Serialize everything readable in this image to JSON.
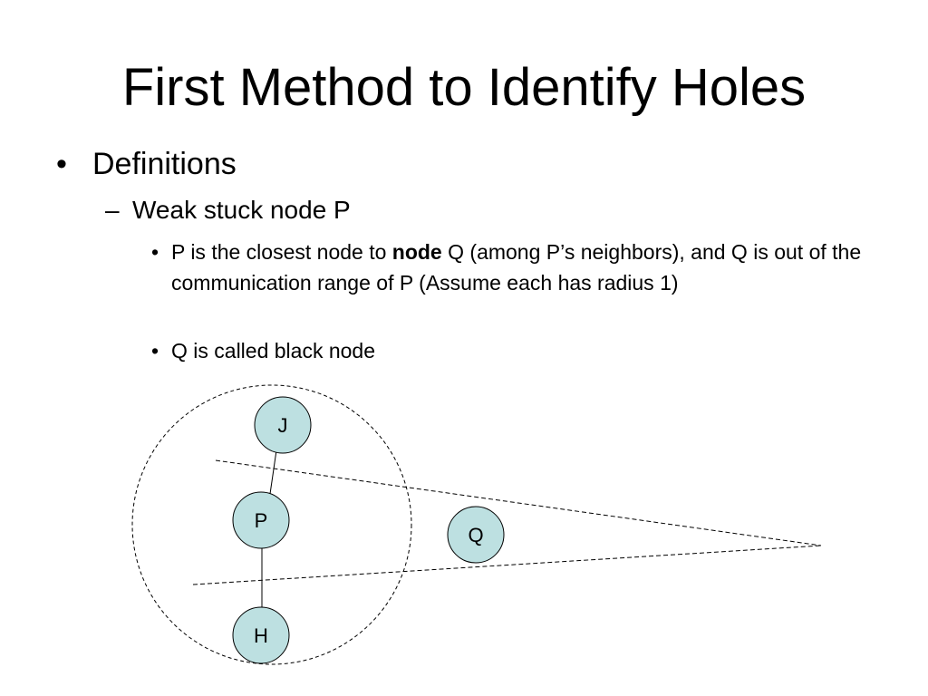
{
  "slide": {
    "title": "First Method to Identify Holes",
    "bullets": {
      "level1": {
        "marker": "•",
        "text": "Definitions"
      },
      "level2": {
        "marker": "–",
        "text": "Weak stuck node P"
      },
      "level3": [
        {
          "marker": "•",
          "text_before_bold": "P is the closest node to ",
          "bold_text": "node",
          "text_after_bold": " Q (among P’s neighbors), and Q is out of the communication range of P (Assume each has radius 1)"
        },
        {
          "marker": "•",
          "text": "Q is called black node"
        }
      ]
    }
  },
  "diagram": {
    "node_fill": "#bde0e1",
    "stroke_color": "#000000",
    "nodes": [
      {
        "id": "J",
        "label": "J"
      },
      {
        "id": "P",
        "label": "P"
      },
      {
        "id": "H",
        "label": "H"
      },
      {
        "id": "Q",
        "label": "Q"
      }
    ],
    "edges": [
      {
        "from": "J",
        "to": "P"
      },
      {
        "from": "P",
        "to": "H"
      }
    ]
  }
}
